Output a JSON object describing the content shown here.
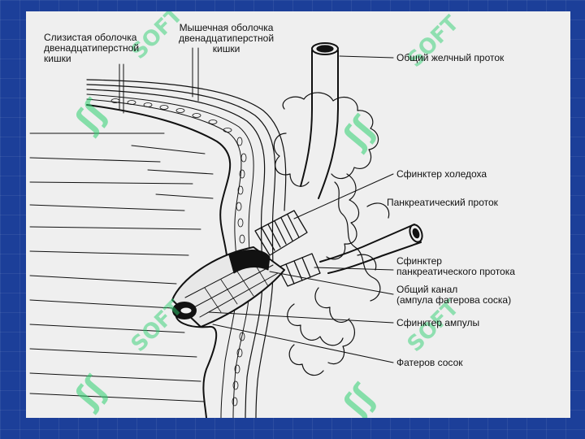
{
  "diagram": {
    "labels": {
      "mucosa": [
        "Слизистая оболочка",
        "двенадцатиперстной",
        "кишки"
      ],
      "muscle_layer": [
        "Мышечная оболочка",
        "двенадцатиперстной",
        "кишки"
      ],
      "common_bile_duct": "Общий желчный проток",
      "choledochal_sphincter": "Сфинктер холедоха",
      "pancreatic_duct": "Панкреатический проток",
      "pancreatic_duct_sphincter": [
        "Сфинктер",
        "панкреатического протока"
      ],
      "common_channel": [
        "Общий канал",
        "(ампула фатерова соска)"
      ],
      "ampulla_sphincter": "Сфинктер ампулы",
      "vater_papilla": "Фатеров сосок"
    },
    "watermark": "SOFT",
    "colors": {
      "slide_background": "#1c3f99",
      "panel_background": "#efefef",
      "ink": "#111111",
      "watermark": "#2fcf70"
    }
  }
}
